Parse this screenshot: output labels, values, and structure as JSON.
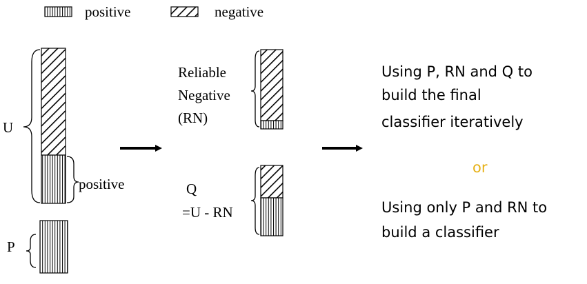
{
  "legend": {
    "positive": "positive",
    "negative": "negative"
  },
  "left": {
    "u_label": "U",
    "positive_label": "positive",
    "p_label": "P"
  },
  "middle": {
    "rn_line1": "Reliable",
    "rn_line2": "Negative",
    "rn_line3": "(RN)",
    "q_line1": "Q",
    "q_line2": "=U - RN"
  },
  "right": {
    "option1_line1": "Using P, RN and Q to",
    "option1_line2": "build the final",
    "option1_line3": "classifier iteratively",
    "or_text": "or",
    "option2_line1": "Using only P and RN to",
    "option2_line2": "build a classifier"
  },
  "colors": {
    "or_color": "#e6b117",
    "ink": "#000000"
  }
}
